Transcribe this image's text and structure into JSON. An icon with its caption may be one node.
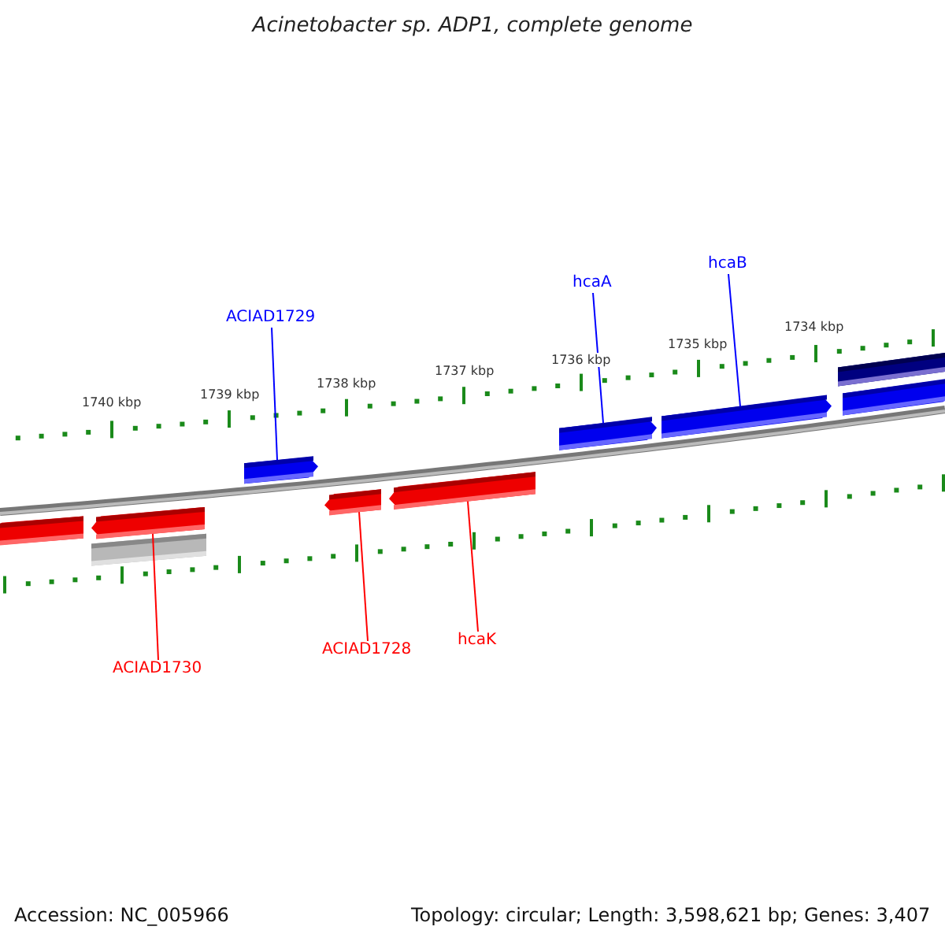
{
  "diagram": {
    "title": "Acinetobacter sp. ADP1, complete genome",
    "nodes": [
      {
        "text": [
          "ACIAD1729"
        ]
      },
      {
        "text": [
          "hcaA"
        ]
      },
      {
        "text": [
          "hcaB"
        ]
      },
      {
        "text": [
          "ACIAD1730"
        ]
      },
      {
        "text": [
          "ACIAD1728"
        ]
      },
      {
        "text": [
          "hcaK"
        ]
      },
      {
        "text": [],
        "shape": "bar"
      },
      {
        "text": [],
        "shape": "bar"
      },
      {
        "text": [],
        "shape": "bar"
      },
      {
        "text": [],
        "shape": "bar"
      },
      {
        "text": [],
        "shape": "bar"
      },
      {
        "text": [],
        "shape": "bar"
      },
      {
        "text": [],
        "shape": "bar"
      },
      {
        "text": [],
        "shape": "bar"
      },
      {
        "text": [],
        "shape": "bar"
      },
      {
        "text": [],
        "shape": "bar"
      }
    ],
    "edges": [
      {
        "from": 0,
        "to": 9,
        "arrow": "none",
        "color": "#0000ff"
      },
      {
        "from": 1,
        "to": 12,
        "arrow": "none",
        "color": "#0000ff"
      },
      {
        "from": 2,
        "to": 13,
        "arrow": "none",
        "color": "#0000ff"
      },
      {
        "from": 3,
        "to": 7,
        "arrow": "none",
        "color": "#ff0000"
      },
      {
        "from": 4,
        "to": 10,
        "arrow": "none",
        "color": "#ff0000"
      },
      {
        "from": 5,
        "to": 11,
        "arrow": "none",
        "color": "#ff0000"
      }
    ],
    "labels": [
      "1740 kbp",
      "1739 kbp",
      "1738 kbp",
      "1737 kbp",
      "1736 kbp",
      "1735 kbp",
      "1734 kbp",
      "Accession: NC_005966",
      "Topology: circular; Length: 3,598,621 bp; Genes: 3,407"
    ]
  }
}
